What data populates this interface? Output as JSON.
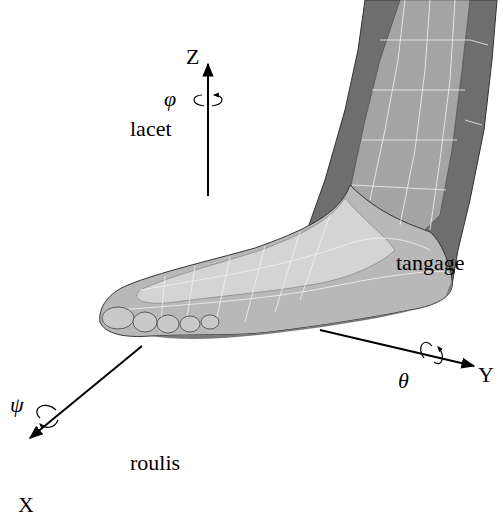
{
  "diagram": {
    "labels": [
      "Z",
      "φ",
      "lacet",
      "tangage",
      "θ",
      "Y",
      "ψ",
      "X",
      "roulis"
    ]
  }
}
